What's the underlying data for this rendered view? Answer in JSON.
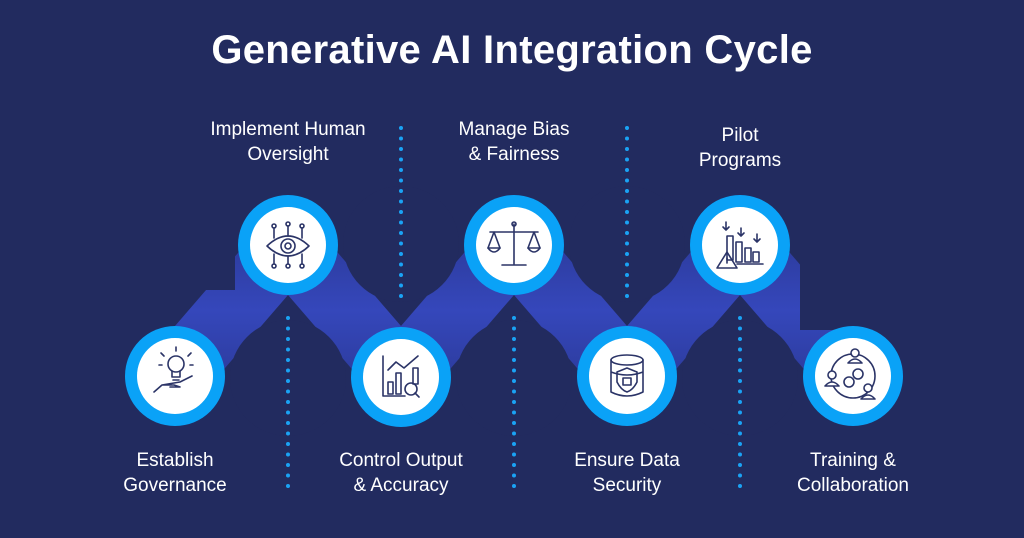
{
  "title": "Generative AI Integration Cycle",
  "colors": {
    "background": "#222b5f",
    "ring": "#0aa2f7",
    "connector": "#3344b4",
    "icon": "#2b3467"
  },
  "steps": [
    {
      "line1": "Establish",
      "line2": "Governance",
      "icon": "lightbulb-hand-icon",
      "position": "bottom"
    },
    {
      "line1": "Implement Human",
      "line2": "Oversight",
      "icon": "circuit-eye-icon",
      "position": "top"
    },
    {
      "line1": "Control Output",
      "line2": "& Accuracy",
      "icon": "chart-magnifier-icon",
      "position": "bottom"
    },
    {
      "line1": "Manage Bias",
      "line2": "& Fairness",
      "icon": "balance-scale-icon",
      "position": "top"
    },
    {
      "line1": "Ensure Data",
      "line2": "Security",
      "icon": "database-lock-icon",
      "position": "bottom"
    },
    {
      "line1": "Pilot",
      "line2": "Programs",
      "icon": "chart-warning-icon",
      "position": "top"
    },
    {
      "line1": "Training &",
      "line2": "Collaboration",
      "icon": "team-gears-icon",
      "position": "bottom"
    }
  ]
}
